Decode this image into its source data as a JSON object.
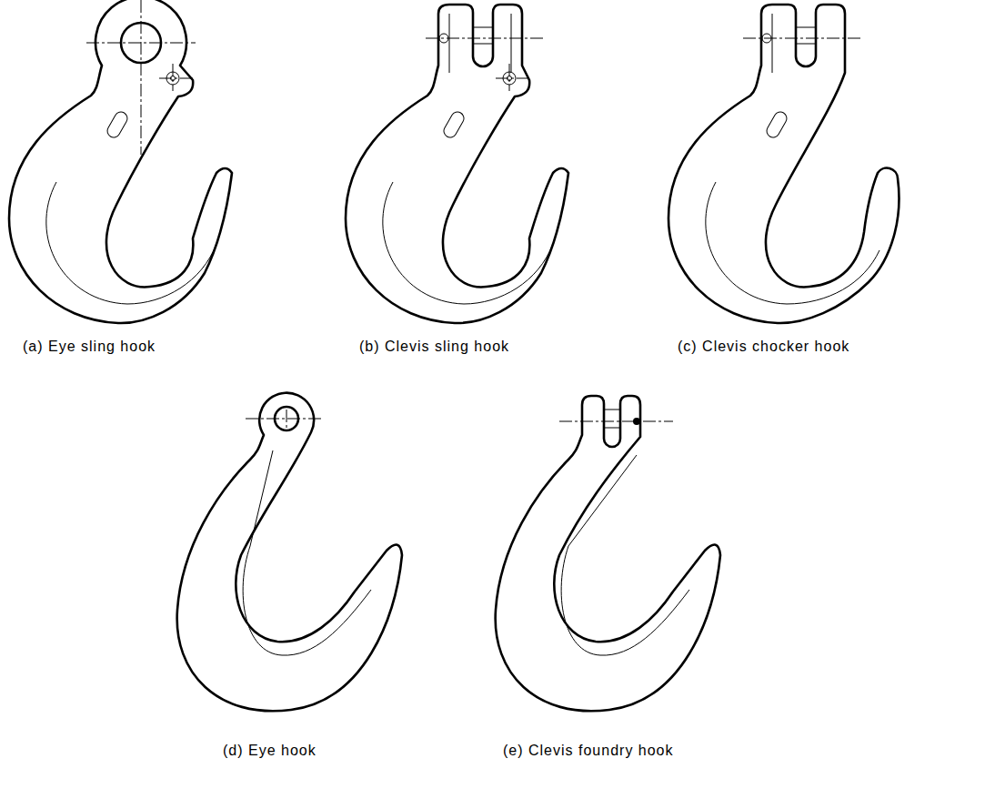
{
  "diagram": {
    "labels": [
      "(a) Eye sling hook",
      "(b) Clevis sling hook",
      "(c) Clevis chocker hook",
      "(d) Eye hook",
      "(e) Clevis foundry hook"
    ]
  }
}
